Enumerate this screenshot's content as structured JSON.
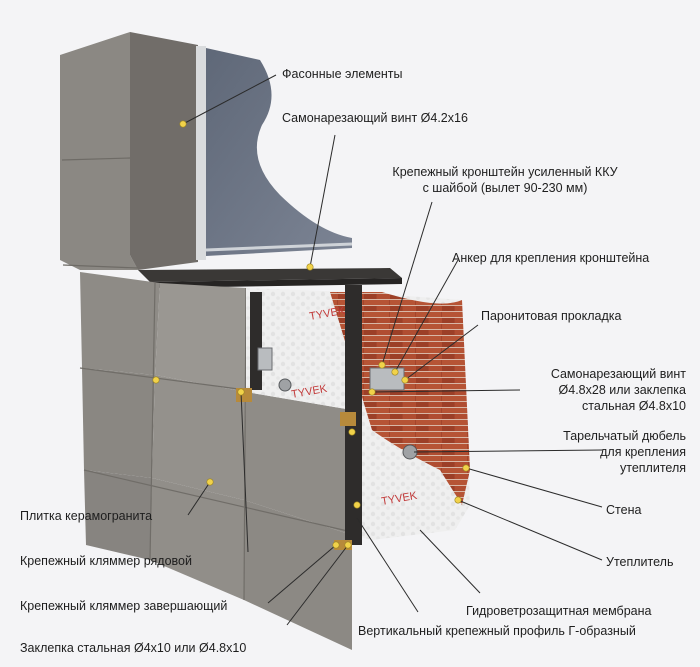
{
  "labels": {
    "shaped_elements": "Фасонные элементы",
    "screw_top": "Самонарезающий винт Ø4.2x16",
    "bracket_line1": "Крепежный кронштейн усиленный ККУ",
    "bracket_line2": "с шайбой (вылет 90-230 мм)",
    "anchor": "Анкер для крепления кронштейна",
    "paronite": "Паронитовая прокладка",
    "screw_mid_line1": "Самонарезающий винт",
    "screw_mid_line2": "Ø4.8x28 или заклепка",
    "screw_mid_line3": "стальная Ø4.8x10",
    "dowel_line1": "Тарельчатый дюбель",
    "dowel_line2": "для крепления",
    "dowel_line3": "утеплителя",
    "wall": "Стена",
    "insulation": "Утеплитель",
    "membrane": "Гидроветрозащитная мембрана",
    "profile": "Вертикальный крепежный профиль Г-образный",
    "tile": "Плитка керамогранита",
    "clip_row": "Крепежный кляммер рядовой",
    "clip_end": "Крепежный кляммер завершающий",
    "rivet": "Заклепка стальная Ø4х10 или Ø4.8х10"
  },
  "membrane_print": "TYVEK",
  "colors": {
    "background": "#f4f4f6",
    "tile": "#8d8a85",
    "tile_dark": "#6f6c68",
    "window_glass": "#6f7786",
    "window_frame": "#d9dbdd",
    "sill": "#3a3836",
    "profile": "#2e2c2b",
    "insulation": "#eeeeee",
    "brick": "#a4452c",
    "callout_dot": "#f1d24a",
    "leader_line": "#2b2b2b"
  }
}
